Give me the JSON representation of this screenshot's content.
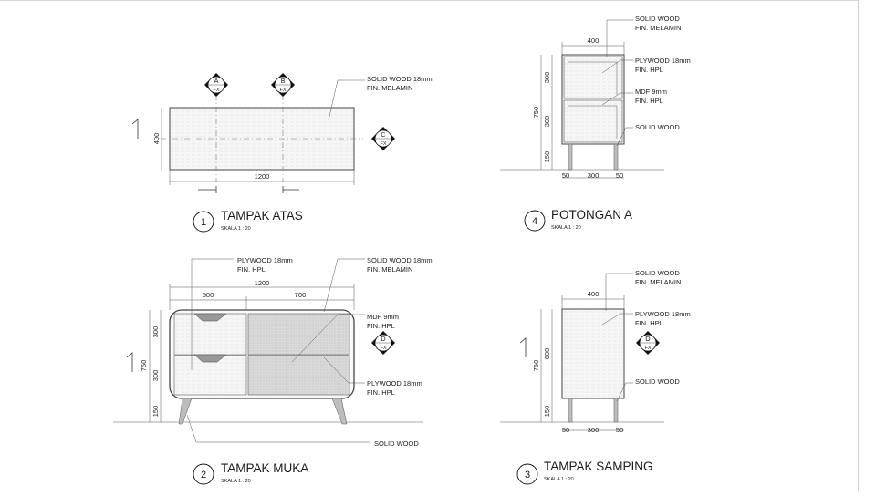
{
  "views": {
    "top": {
      "number": "1",
      "title": "TAMPAK ATAS",
      "scale": "SKALA 1 : 20",
      "dims": {
        "width": "1200",
        "depth": "400"
      },
      "sections": [
        {
          "letter": "A",
          "sheet": "FX"
        },
        {
          "letter": "B",
          "sheet": "FX"
        },
        {
          "letter": "C",
          "sheet": "FX"
        }
      ],
      "notes": [
        {
          "line1": "SOLID WOOD 18mm",
          "line2": "FIN. MELAMIN"
        }
      ]
    },
    "section": {
      "number": "4",
      "title": "POTONGAN A",
      "scale": "SKALA 1 : 20",
      "dims": {
        "width": "400",
        "height": "750",
        "upper": "300",
        "lower": "300",
        "leg": "150",
        "b1": "50",
        "b2": "300",
        "b3": "50"
      },
      "notes": [
        {
          "line1": "SOLID WOOD",
          "line2": "FIN. MELAMIN"
        },
        {
          "line1": "PLYWOOD 18mm",
          "line2": "FIN. HPL"
        },
        {
          "line1": "MDF 9mm",
          "line2": "FIN. HPL"
        },
        {
          "line1": "SOLID WOOD",
          "line2": ""
        }
      ]
    },
    "front": {
      "number": "2",
      "title": "TAMPAK MUKA",
      "scale": "SKALA 1 : 20",
      "dims": {
        "total": "1200",
        "left": "500",
        "right": "700",
        "height": "750",
        "upper": "300",
        "lower": "300",
        "leg": "150"
      },
      "section": {
        "letter": "D",
        "sheet": "FX"
      },
      "notes": [
        {
          "line1": "PLYWOOD 18mm",
          "line2": "FIN. HPL"
        },
        {
          "line1": "SOLID WOOD 18mm",
          "line2": "FIN. MELAMIN"
        },
        {
          "line1": "MDF 9mm",
          "line2": "FIN. HPL"
        },
        {
          "line1": "PLYWOOD 18mm",
          "line2": "FIN. HPL"
        },
        {
          "line1": "SOLID WOOD",
          "line2": ""
        }
      ]
    },
    "side": {
      "number": "3",
      "title": "TAMPAK SAMPING",
      "scale": "SKALA 1 : 20",
      "dims": {
        "width": "400",
        "height": "750",
        "body": "600",
        "leg": "150",
        "b1": "50",
        "b2": "300",
        "b3": "50"
      },
      "section": {
        "letter": "D",
        "sheet": "FX"
      },
      "notes": [
        {
          "line1": "SOLID WOOD",
          "line2": "FIN. MELAMIN"
        },
        {
          "line1": "PLYWOOD 18mm",
          "line2": "FIN. HPL"
        },
        {
          "line1": "SOLID WOOD",
          "line2": ""
        }
      ]
    }
  },
  "colors": {
    "line": "#333333",
    "panel_fill": "#f4f4f4",
    "hatch_fill": "#dcdcdc",
    "leg_fill": "#bdbdbd"
  }
}
